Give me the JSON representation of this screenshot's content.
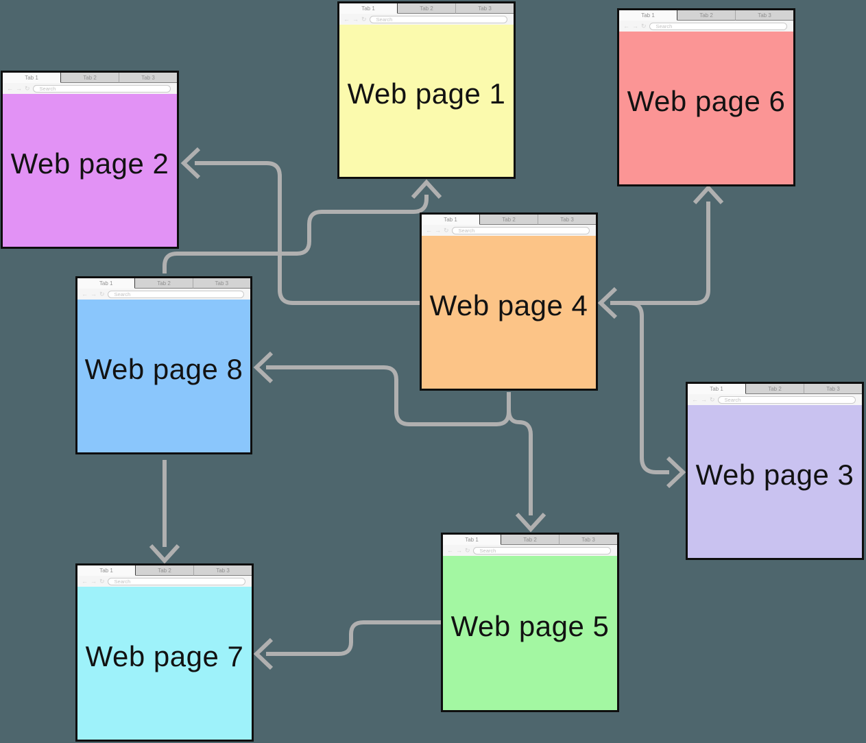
{
  "background_color": "#4e666d",
  "connector_color": "#b0b0b0",
  "chrome": {
    "tabs": [
      "Tab 1",
      "Tab 2",
      "Tab 3"
    ],
    "search_placeholder": "Search",
    "nav_icons": [
      "back-icon",
      "forward-icon",
      "refresh-icon"
    ]
  },
  "windows": [
    {
      "id": "web-page-1",
      "title": "Web page 1",
      "color": "#fbfaad"
    },
    {
      "id": "web-page-2",
      "title": "Web page 2",
      "color": "#e292f5"
    },
    {
      "id": "web-page-3",
      "title": "Web page 3",
      "color": "#c9c2f0"
    },
    {
      "id": "web-page-4",
      "title": "Web page 4",
      "color": "#fcc487"
    },
    {
      "id": "web-page-5",
      "title": "Web page 5",
      "color": "#a3f7a2"
    },
    {
      "id": "web-page-6",
      "title": "Web page 6",
      "color": "#fb9595"
    },
    {
      "id": "web-page-7",
      "title": "Web page 7",
      "color": "#9ef2fa"
    },
    {
      "id": "web-page-8",
      "title": "Web page 8",
      "color": "#8ac6fc"
    }
  ],
  "connections": [
    {
      "from": "web-page-4",
      "to": "web-page-2"
    },
    {
      "from": "web-page-8",
      "to": "web-page-1"
    },
    {
      "from": "web-page-4",
      "to": "web-page-8"
    },
    {
      "from": "web-page-4",
      "to": "web-page-5"
    },
    {
      "from": "web-page-5",
      "to": "web-page-7"
    },
    {
      "from": "web-page-8",
      "to": "web-page-7"
    },
    {
      "from": "junction-right-of-page-4",
      "to": "web-page-4"
    },
    {
      "from": "junction-right-of-page-4",
      "to": "web-page-6"
    },
    {
      "from": "junction-right-of-page-4",
      "to": "web-page-3"
    }
  ]
}
